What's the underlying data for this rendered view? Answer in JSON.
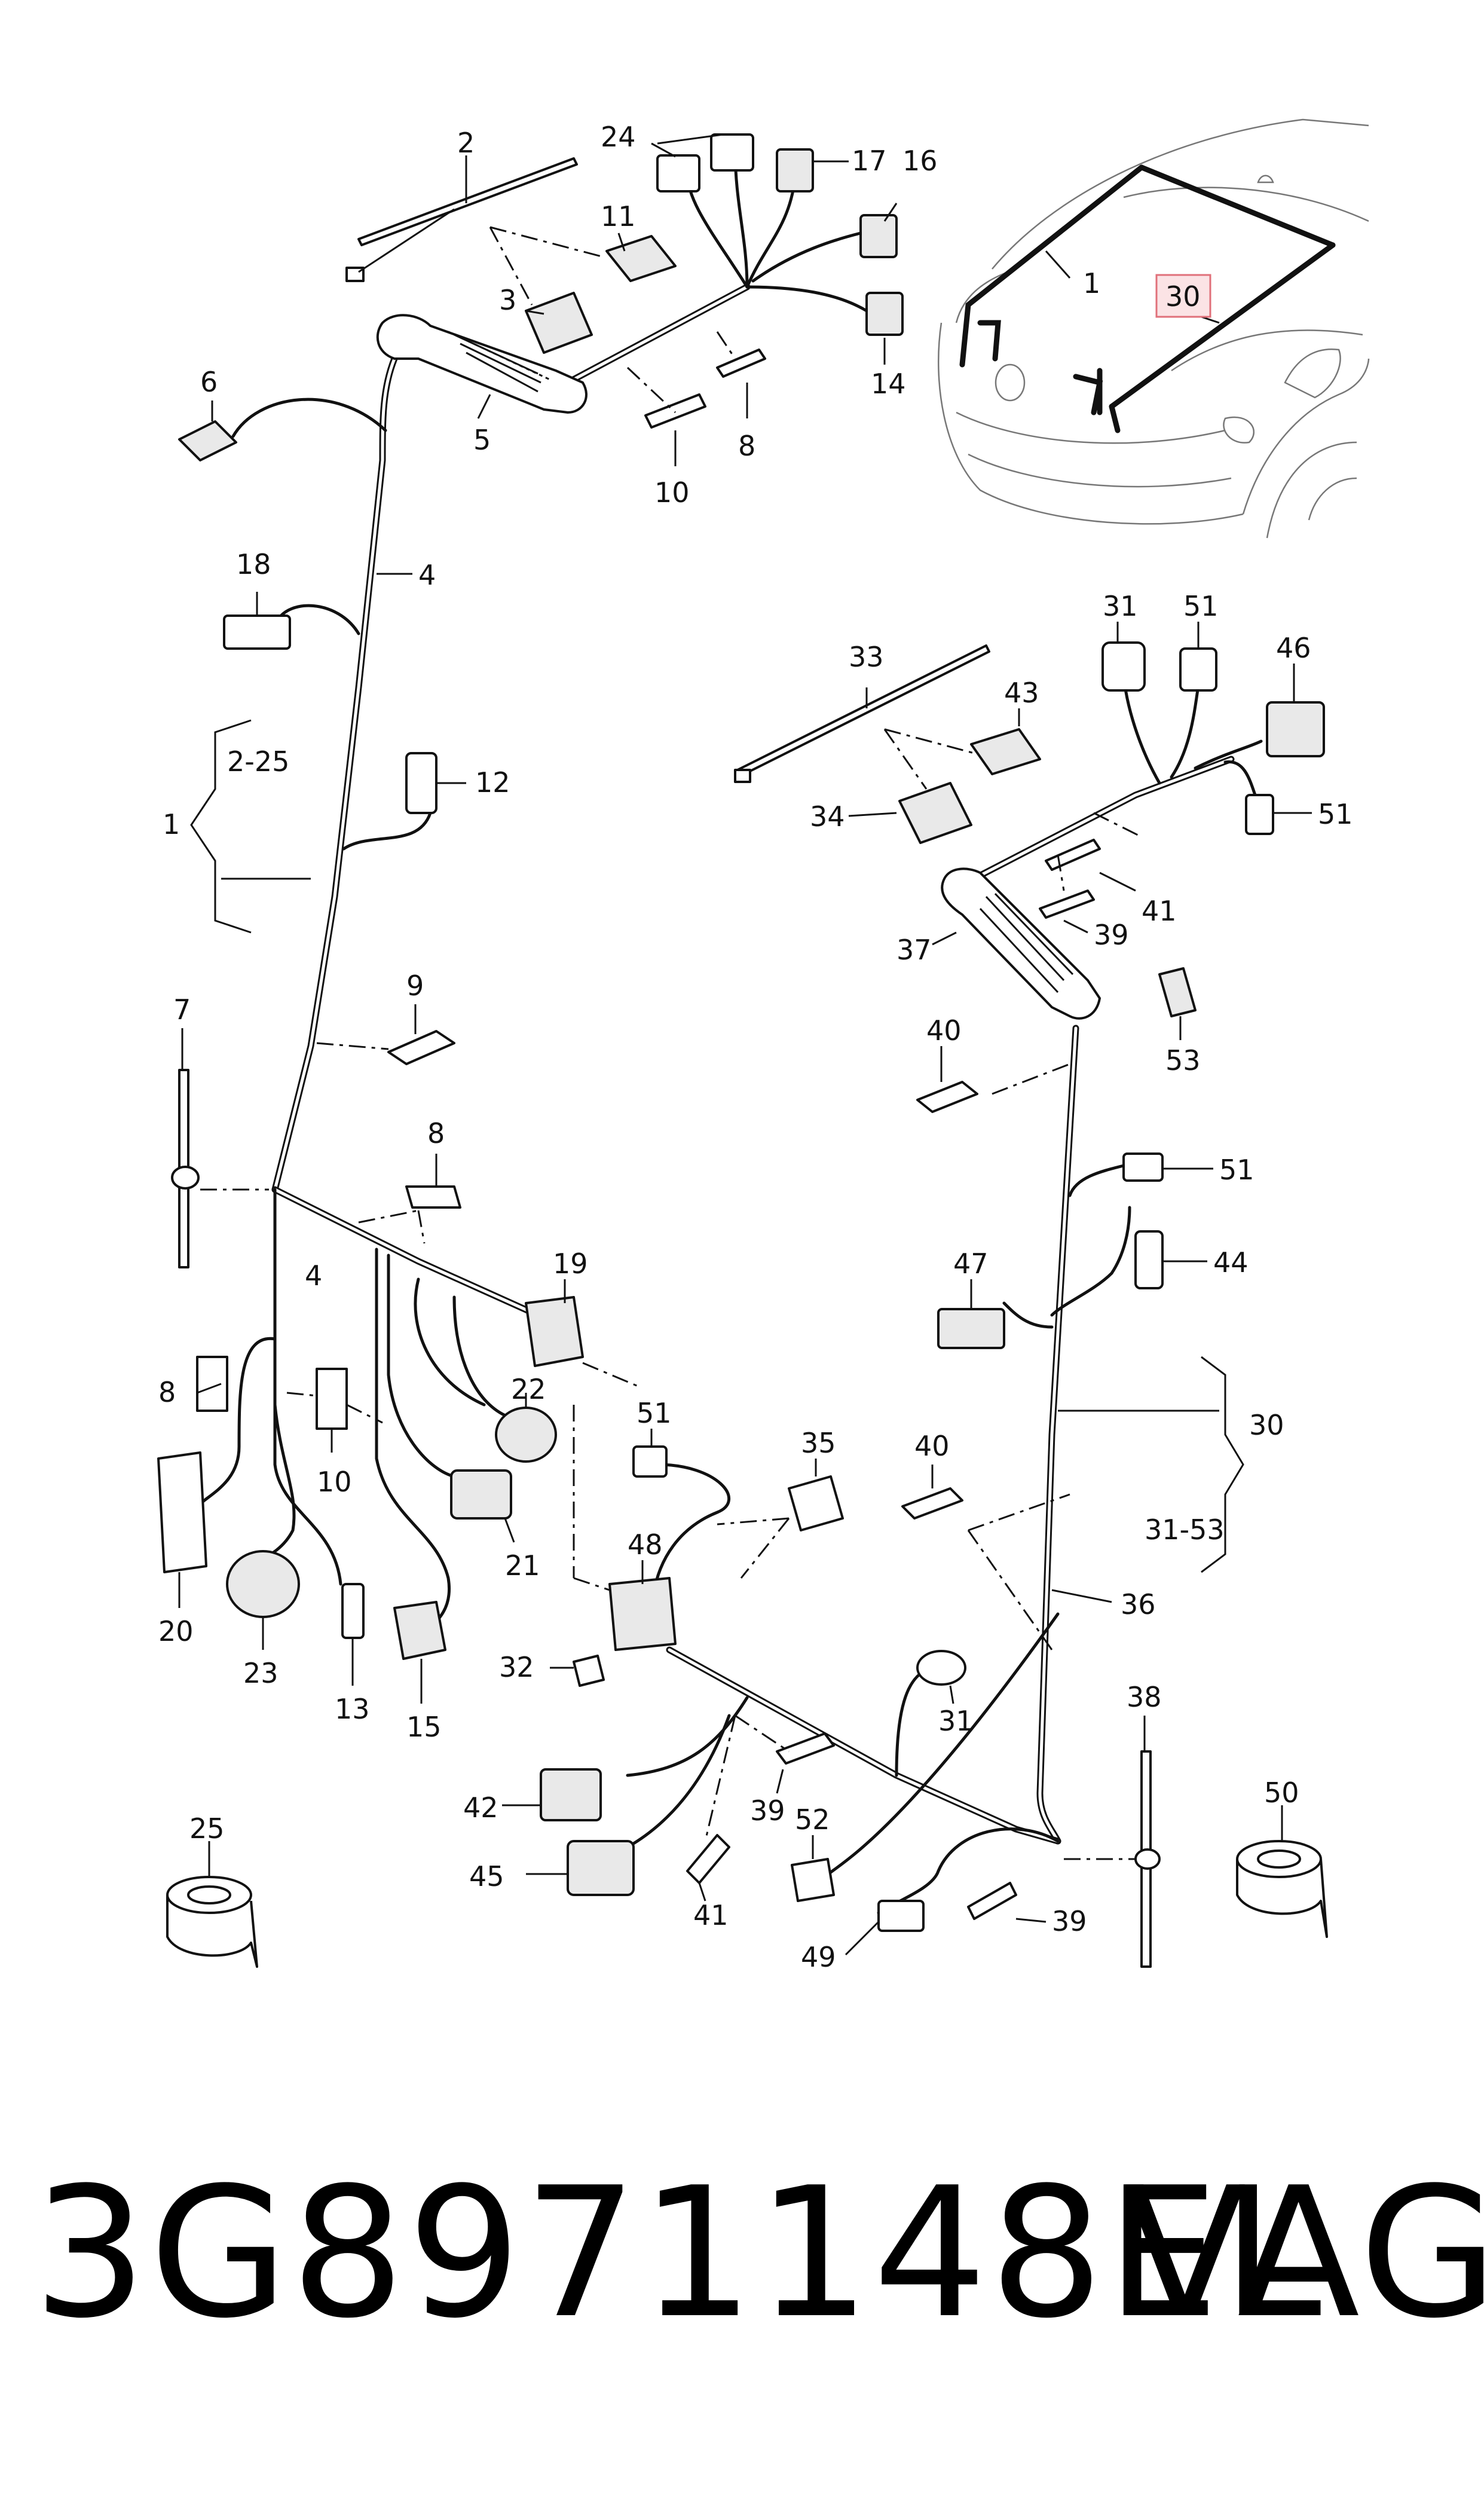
{
  "callouts": {
    "c1_car": "1",
    "c2": "2",
    "c3": "3",
    "c4_top": "4",
    "c4_low": "4",
    "c5": "5",
    "c6": "6",
    "c7": "7",
    "c8_top": "8",
    "c8_mid": "8",
    "c8_left": "8",
    "c9": "9",
    "c10_top": "10",
    "c10_low": "10",
    "c11": "11",
    "c12": "12",
    "c13": "13",
    "c14": "14",
    "c15": "15",
    "c16": "16",
    "c17": "17",
    "c18": "18",
    "c19": "19",
    "c20": "20",
    "c21": "21",
    "c22": "22",
    "c23": "23",
    "c24": "24",
    "c25": "25",
    "c30_car": "30",
    "c30_group": "30",
    "c31_top": "31",
    "c31_low": "31",
    "c32": "32",
    "c33": "33",
    "c34": "34",
    "c35": "35",
    "c36": "36",
    "c37": "37",
    "c38": "38",
    "c39_a": "39",
    "c39_b": "39",
    "c39_c": "39",
    "c40_a": "40",
    "c40_b": "40",
    "c41_a": "41",
    "c41_b": "41",
    "c42": "42",
    "c43": "43",
    "c44": "44",
    "c45": "45",
    "c46": "46",
    "c47": "47",
    "c48": "48",
    "c49": "49",
    "c50": "50",
    "c51_a": "51",
    "c51_b": "51",
    "c51_c": "51",
    "c51_d": "51",
    "c52": "52",
    "c53": "53"
  },
  "groups": {
    "group1_label": "1",
    "group1_range": "2-25",
    "group30_range": "31-53"
  },
  "footer": {
    "part_number": "3G8971148EL",
    "brand": "VAG"
  },
  "colors": {
    "ink": "#111111",
    "highlight_border": "#e0707a",
    "highlight_fill": "#fbe3e5"
  }
}
